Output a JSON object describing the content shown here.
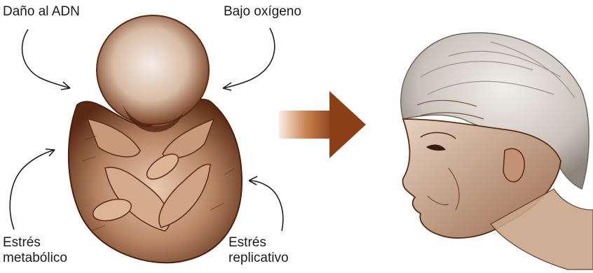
{
  "labels": {
    "dna_damage": "Daño al ADN",
    "low_oxygen": "Bajo oxígeno",
    "metabolic_stress": [
      "Estrés",
      "metabólico"
    ],
    "replicative_stress": [
      "Estrés",
      "replicativo"
    ]
  },
  "illustrations": {
    "left": "fetus-sketch",
    "right": "elderly-woman-profile-sketch",
    "transition": "right-arrow"
  },
  "colors": {
    "sepia_dark": "#5a2a14",
    "sepia_mid": "#8a4a2a",
    "sepia_light": "#c9a78a",
    "paper": "#ead8c6",
    "arrow_start": "#f3dcc7",
    "arrow_end": "#8a3f16",
    "text": "#1a1a1a"
  }
}
